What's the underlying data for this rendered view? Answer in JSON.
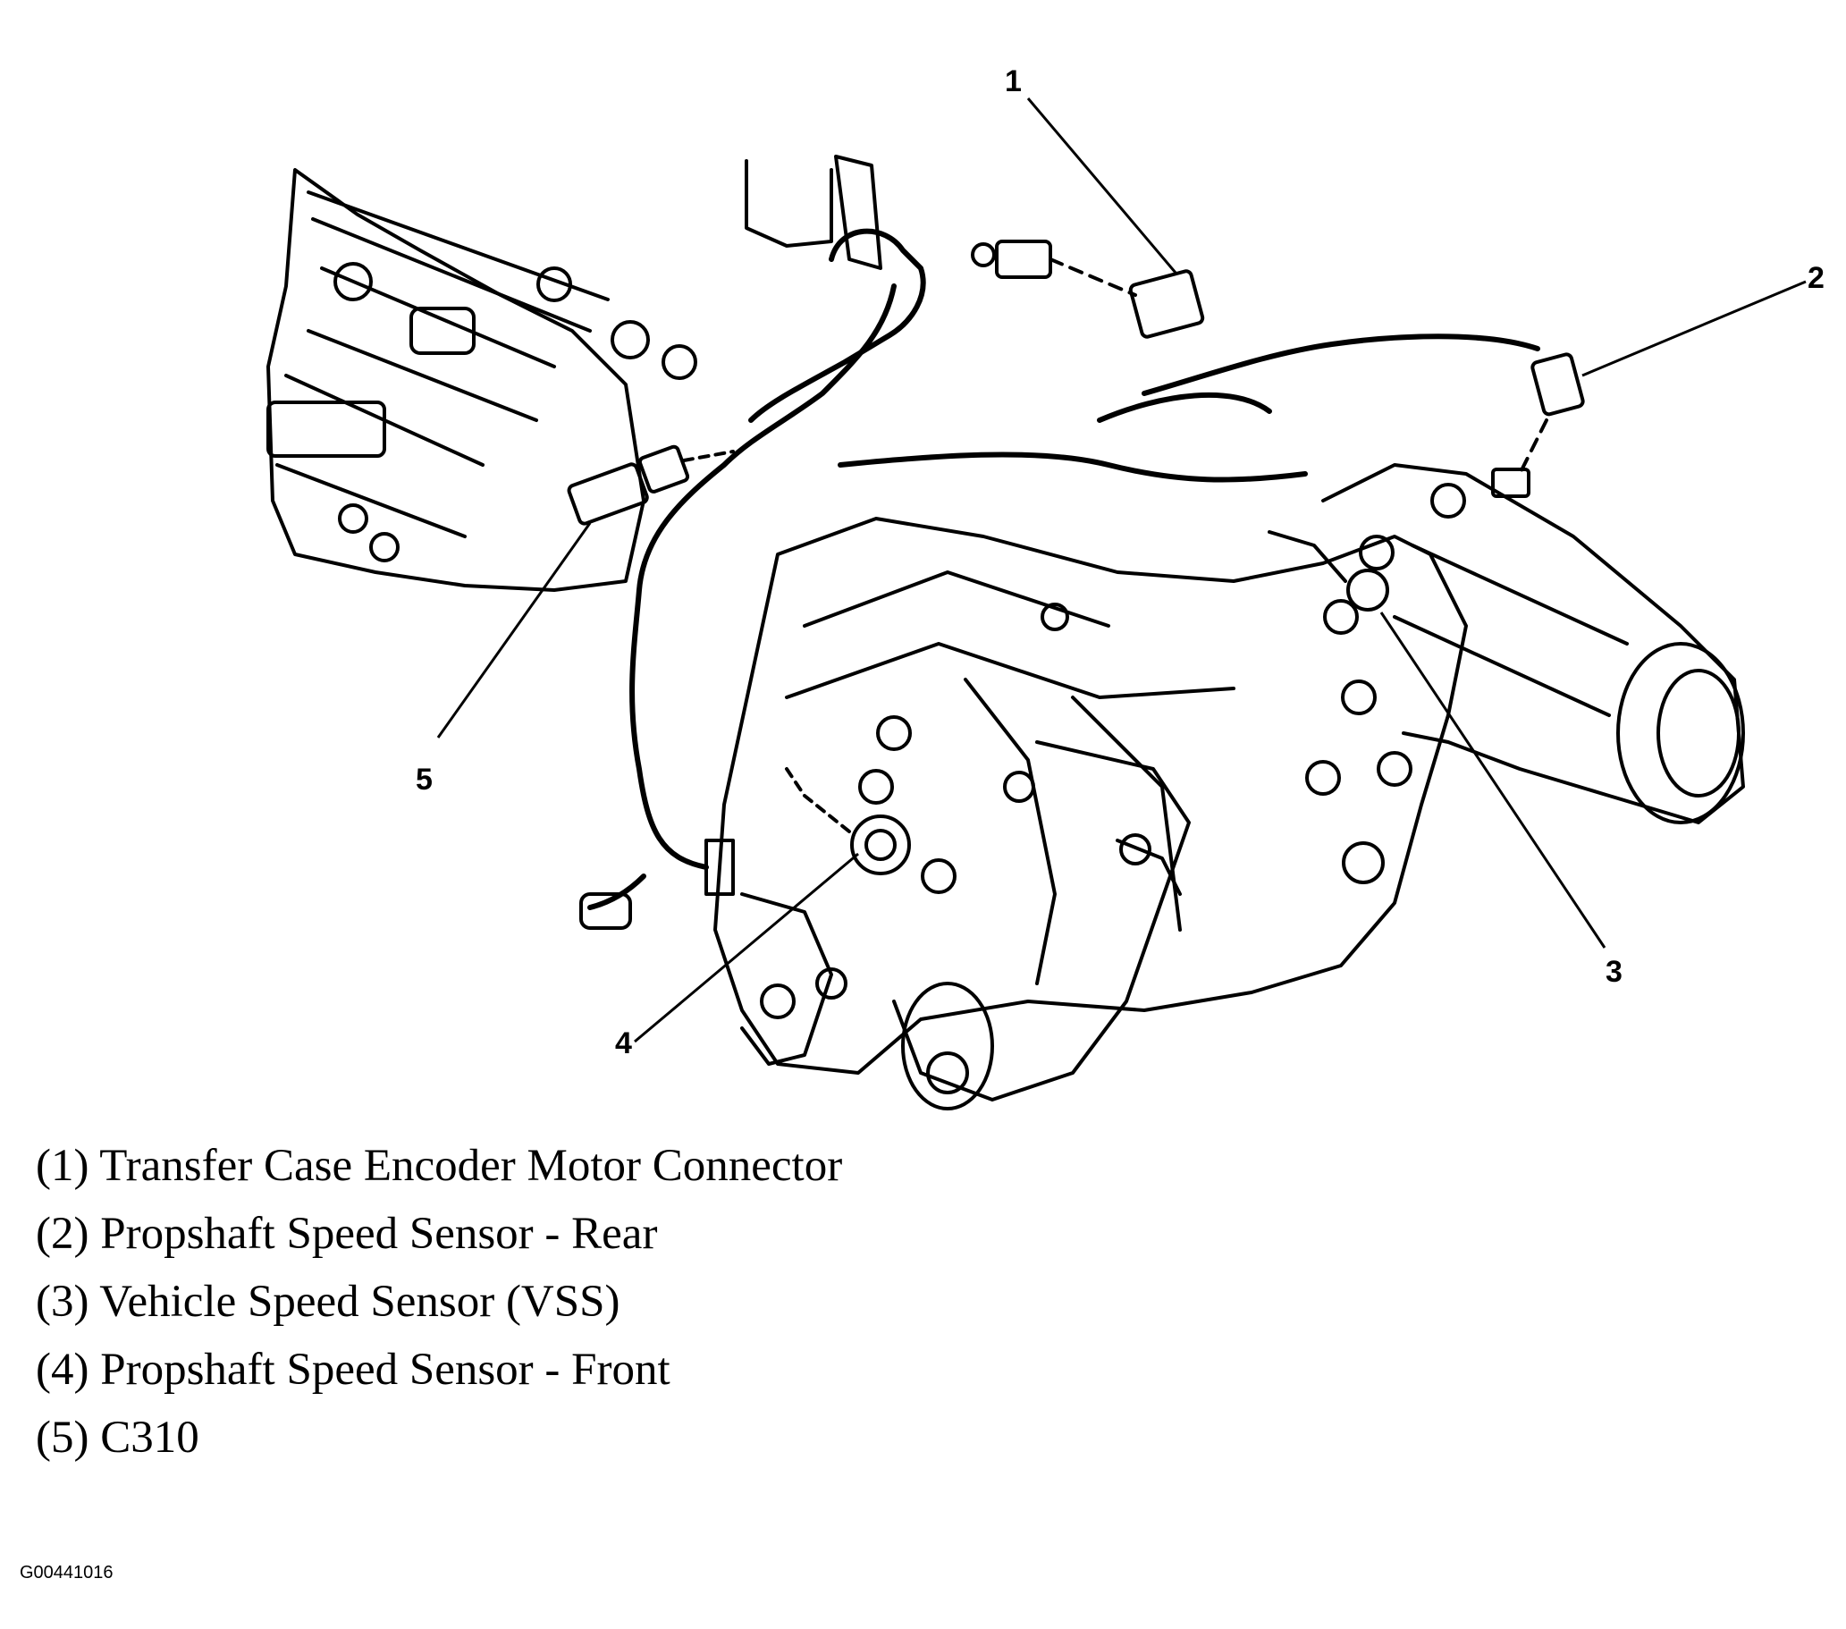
{
  "callouts": [
    {
      "number": "1"
    },
    {
      "number": "2"
    },
    {
      "number": "3"
    },
    {
      "number": "4"
    },
    {
      "number": "5"
    }
  ],
  "legend": [
    "(1) Transfer Case Encoder Motor Connector",
    "(2) Propshaft Speed Sensor - Rear",
    "(3) Vehicle Speed Sensor (VSS)",
    "(4) Propshaft Speed Sensor - Front",
    "(5) C310"
  ],
  "figure_id": "G00441016",
  "colors": {
    "line": "#000000",
    "background": "#ffffff"
  }
}
